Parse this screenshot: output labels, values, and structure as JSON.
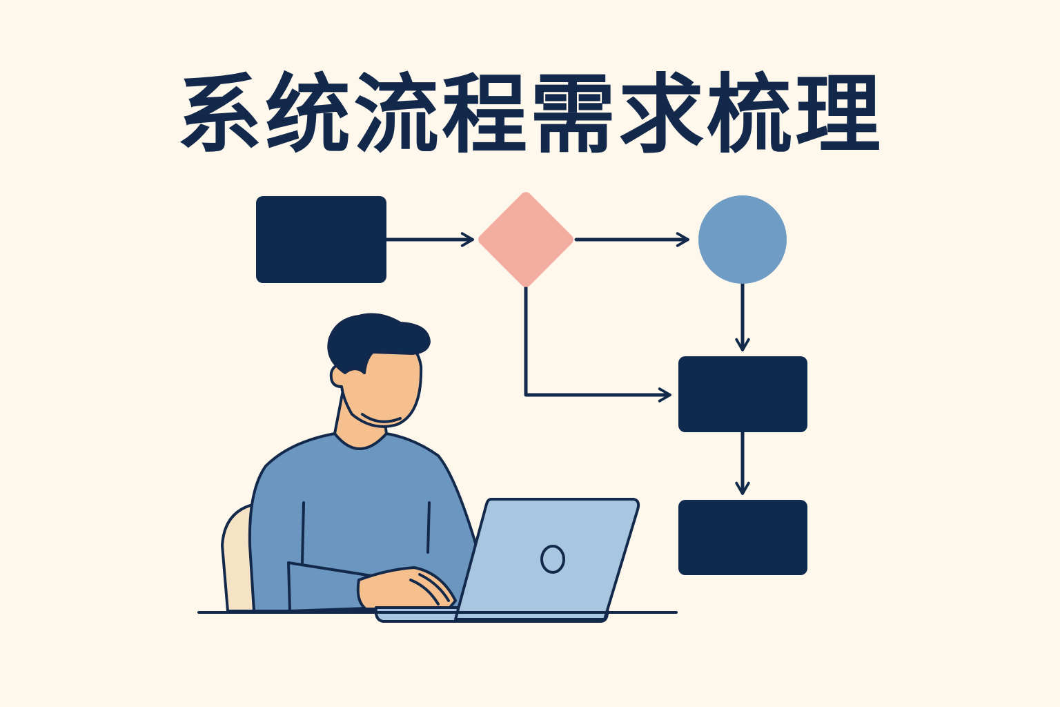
{
  "title": "系统流程需求梳理",
  "colors": {
    "background": "#fdf7ec",
    "navy": "#0f2a4f",
    "diamond": "#f2aca0",
    "circle": "#6f9cc4",
    "shirt": "#6a96c0",
    "skin": "#f5c08e",
    "laptop": "#a9c6e0",
    "chair": "#f6e3c6"
  },
  "icons": [
    "process-box",
    "decision-diamond",
    "terminal-circle",
    "arrow",
    "person-at-laptop"
  ]
}
